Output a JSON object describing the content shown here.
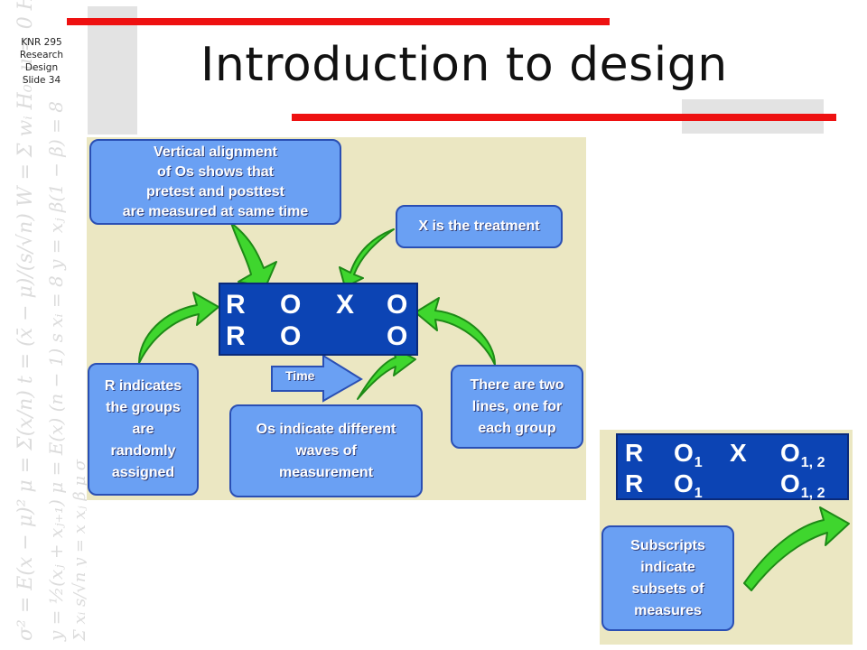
{
  "course": {
    "line1": "KNR 295",
    "line2": "Research",
    "line3": "Design",
    "line4": "Slide  34"
  },
  "title": "Introduction to design",
  "colors": {
    "red_bar": "#ee1111",
    "panel_bg": "#ebe7c2",
    "bubble": "#6aa0f3",
    "design_box": "#0c44b4",
    "arrow": "#3fd62e"
  },
  "main_diagram": {
    "callout_alignment": [
      "Vertical alignment",
      "of Os shows that",
      "pretest and posttest",
      "are measured at same time"
    ],
    "callout_treatment": "X is the treatment",
    "design_rows": [
      [
        "R",
        "O",
        "X",
        "O"
      ],
      [
        "R",
        "O",
        "",
        "O"
      ]
    ],
    "time_label": "Time",
    "callout_random": [
      "R indicates",
      "the groups",
      "are",
      "randomly",
      "assigned"
    ],
    "callout_waves": [
      "Os indicate different",
      "waves of",
      "measurement"
    ],
    "callout_lines": [
      "There are two",
      "lines, one for",
      "each group"
    ]
  },
  "subscript_diagram": {
    "rows": [
      {
        "r": "R",
        "o1": "O",
        "o1_sub": "1",
        "x": "X",
        "o2": "O",
        "o2_sub": "1, 2"
      },
      {
        "r": "R",
        "o1": "O",
        "o1_sub": "1",
        "x": "",
        "o2": "O",
        "o2_sub": "1, 2"
      }
    ],
    "callout": [
      "Subscripts",
      "indicate",
      "subsets of",
      "measures"
    ]
  }
}
